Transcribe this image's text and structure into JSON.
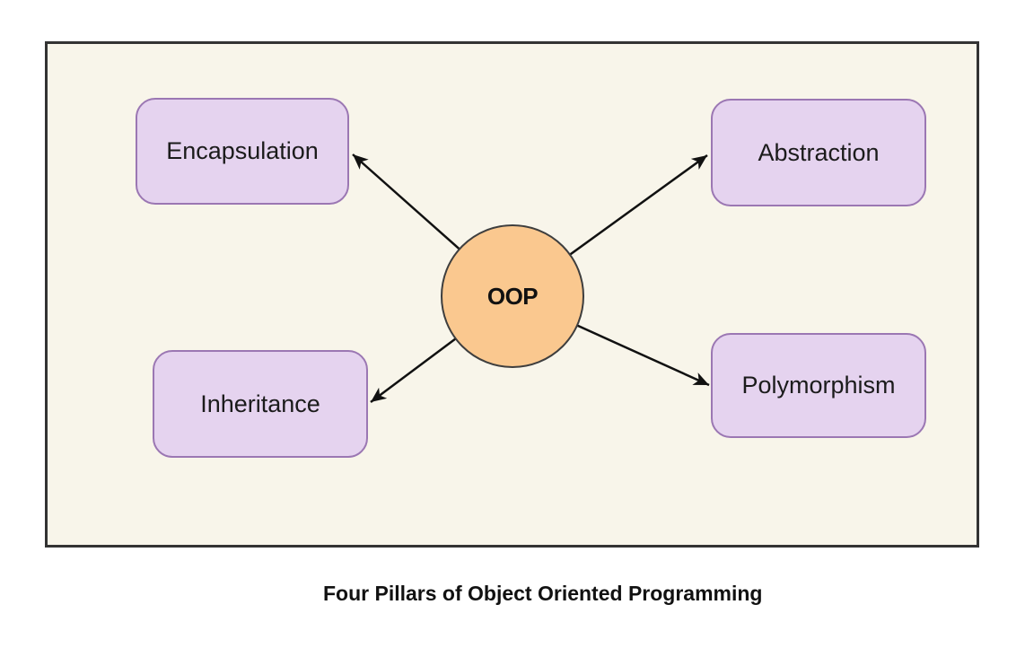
{
  "diagram": {
    "title": "Four Pillars of Object Oriented Programming",
    "center_node": {
      "id": "oop",
      "label": "OOP",
      "shape": "circle"
    },
    "nodes": [
      {
        "id": "encapsulation",
        "label": "Encapsulation",
        "position": "top-left"
      },
      {
        "id": "abstraction",
        "label": "Abstraction",
        "position": "top-right"
      },
      {
        "id": "inheritance",
        "label": "Inheritance",
        "position": "bottom-left"
      },
      {
        "id": "polymorphism",
        "label": "Polymorphism",
        "position": "bottom-right"
      }
    ],
    "edges": [
      {
        "from": "OOP",
        "to": "Encapsulation",
        "arrow": "filled"
      },
      {
        "from": "OOP",
        "to": "Abstraction",
        "arrow": "filled"
      },
      {
        "from": "OOP",
        "to": "Inheritance",
        "arrow": "filled"
      },
      {
        "from": "OOP",
        "to": "Polymorphism",
        "arrow": "filled"
      }
    ],
    "colors": {
      "page_background": "#FFFFFF",
      "canvas_background": "#F8F5EA",
      "frame_border": "#333333",
      "node_fill": "#E5D3EF",
      "node_border": "#9B77B3",
      "center_fill": "#FAC88F",
      "center_border": "#3E3E3E",
      "arrow": "#111111",
      "text": "#1B1B1B"
    }
  }
}
